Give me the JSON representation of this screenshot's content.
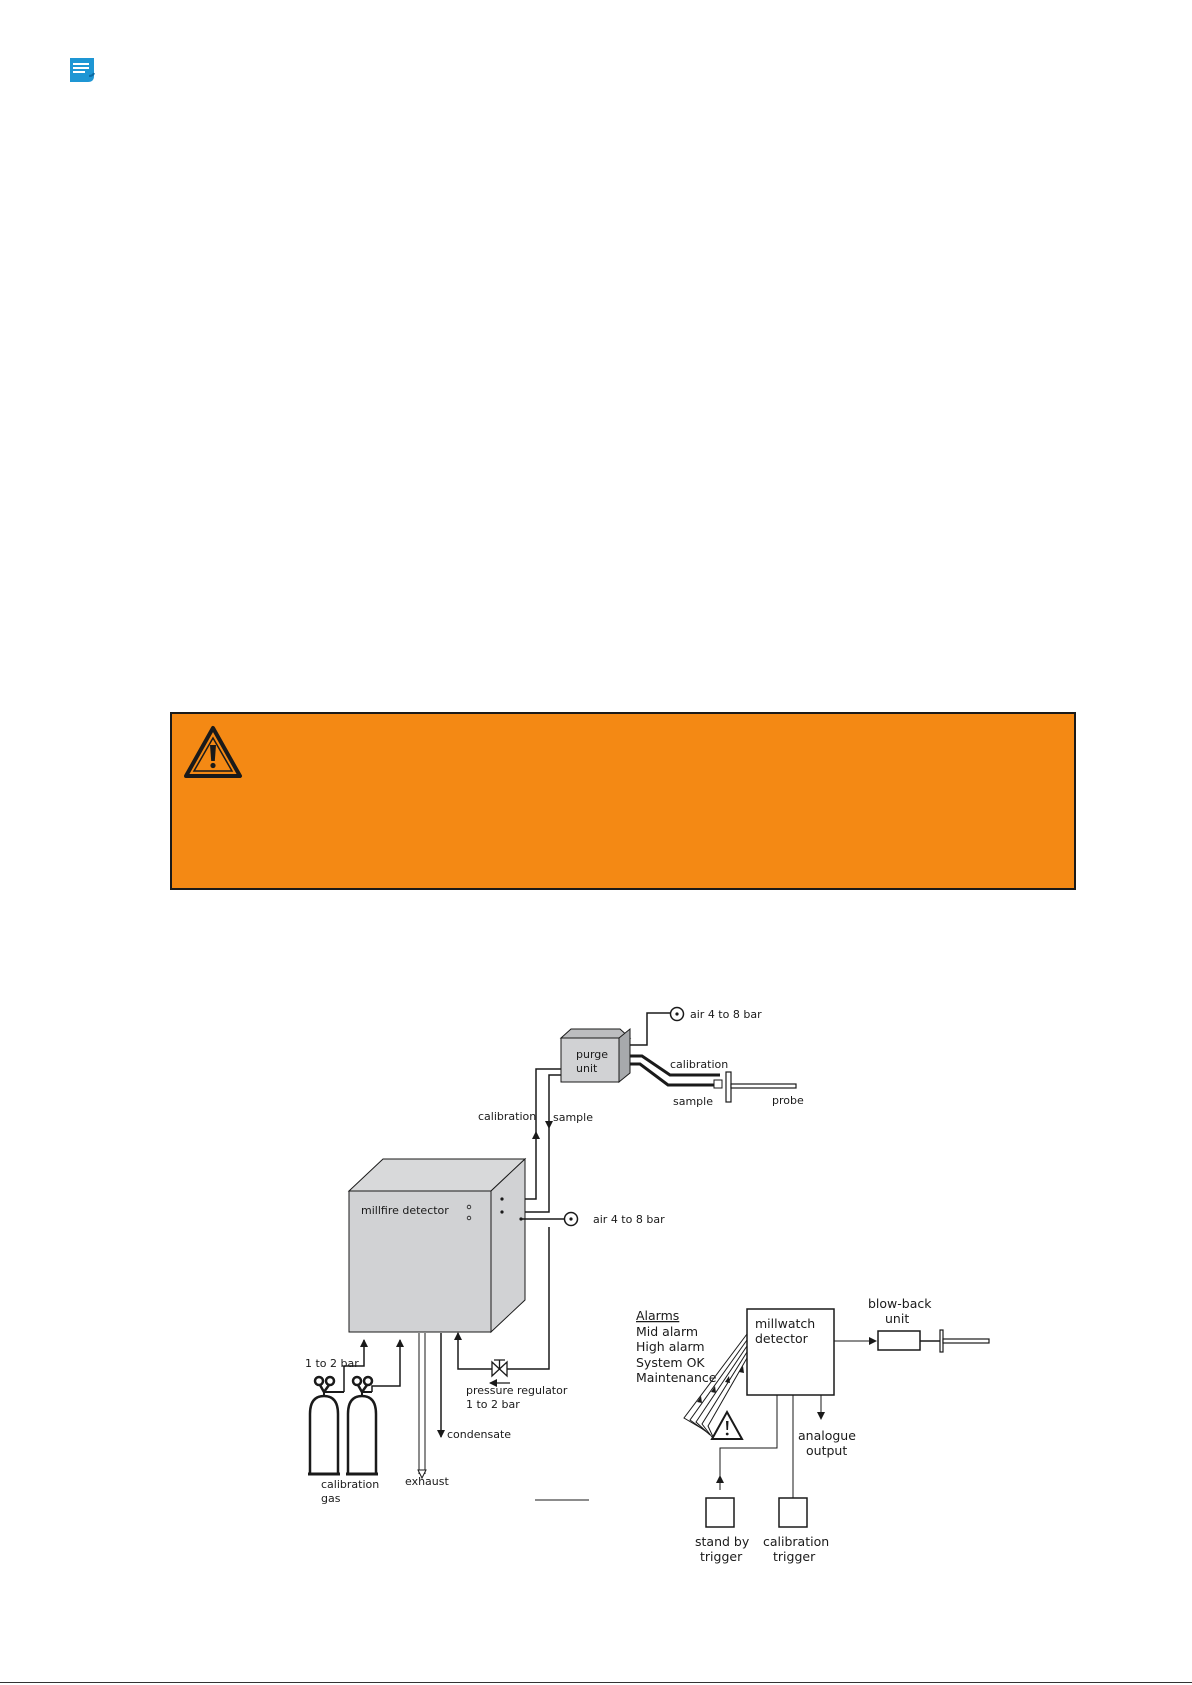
{
  "colors": {
    "warning_background": "#f48914",
    "logo_blue": "#1e96d4",
    "box_gray": "#d1d2d4"
  },
  "icons": {
    "logo": "brand-logo-icon",
    "warning": "warning-triangle-icon"
  },
  "diagram": {
    "purge_unit": {
      "line1": "purge",
      "line2": "unit"
    },
    "air_supply_top": "air 4 to 8 bar",
    "calibration_probe_line": "calibration",
    "sample_probe_line": "sample",
    "probe": "probe",
    "calibration_vertical": "calibration",
    "sample_vertical": "sample",
    "millfire_detector": "millfire detector",
    "air_supply_detector": "air 4 to 8 bar",
    "pressure_bar": "1 to 2 bar",
    "pressure_regulator": {
      "line1": "pressure regulator",
      "line2": "1 to 2 bar"
    },
    "condensate": "condensate",
    "exhaust": "exhaust",
    "calibration_gas": {
      "line1": "calibration",
      "line2": "gas"
    },
    "alarms": {
      "heading": "Alarms",
      "items": [
        "Mid alarm",
        "High alarm",
        "System OK",
        "Maintenance"
      ]
    },
    "millwatch_detector": {
      "line1": "millwatch",
      "line2": "detector"
    },
    "blow_back_unit": {
      "line1": "blow-back",
      "line2": "unit"
    },
    "analogue_output": {
      "line1": "analogue",
      "line2": "output"
    },
    "stand_by_trigger": {
      "line1": "stand by",
      "line2": "trigger"
    },
    "calibration_trigger": {
      "line1": "calibration",
      "line2": "trigger"
    }
  }
}
